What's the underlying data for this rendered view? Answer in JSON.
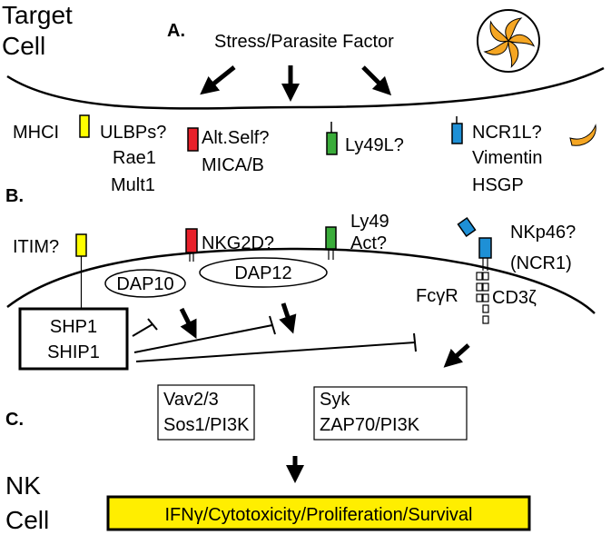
{
  "labels": {
    "target_line1": "Target",
    "target_line2": "Cell",
    "section_a": "A.",
    "section_b": "B.",
    "section_c": "C.",
    "nk_line1": "NK",
    "nk_line2": "Cell",
    "stress_factor": "Stress/Parasite Factor"
  },
  "target_ligands": {
    "mhci": "MHCI",
    "ulbps": "ULBPs?",
    "rae1": "Rae1",
    "mult1": "Mult1",
    "alt_self": "Alt.Self?",
    "mica_b": "MICA/B",
    "ly49l": "Ly49L?",
    "ncr1l": "NCR1L?",
    "vimentin": "Vimentin",
    "hsgp": "HSGP"
  },
  "nk_receptors": {
    "itim": "ITIM?",
    "nkg2d": "NKG2D?",
    "ly49": "Ly49",
    "act": "Act?",
    "nkp46": "NKp46?",
    "ncr1": "(NCR1)",
    "dap10": "DAP10",
    "dap12": "DAP12",
    "fcgr": "FcγR",
    "cd3z": "CD3ζ",
    "shp1": "SHP1",
    "ship1": "SHIP1"
  },
  "signaling": {
    "box1_line1": "Vav2/3",
    "box1_line2": "Sos1/PI3K",
    "box2_line1": "Syk",
    "box2_line2": "ZAP70/PI3K",
    "outcome": "IFNγ/Cytotoxicity/Proliferation/Survival"
  },
  "colors": {
    "mhci_yellow": "#ffff00",
    "alt_self_red": "#e8202a",
    "ly49_green": "#3aac3a",
    "ncr_blue": "#1e90d6",
    "parasite_orange": "#f5a623",
    "outcome_yellow": "#ffee00"
  }
}
